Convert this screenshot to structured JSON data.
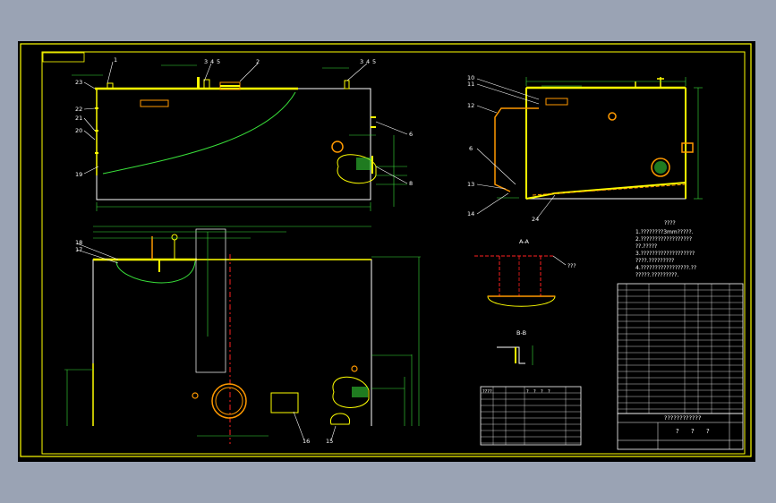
{
  "colors": {
    "frame": "#ffff00",
    "outline": "#ffffff",
    "dimension": "#39e03a",
    "weld": "#ffff00",
    "center_line": "#ff2020",
    "accent_orange": "#ff9900",
    "background": "#000000"
  },
  "callouts": {
    "front": [
      "1",
      "2",
      "3",
      "4",
      "5",
      "6",
      "8",
      "19",
      "20",
      "21",
      "22",
      "23"
    ],
    "front_right": [
      "3",
      "4",
      "5"
    ],
    "side": [
      "10",
      "11",
      "12",
      "6",
      "13",
      "14",
      "24"
    ],
    "plan": [
      "18",
      "17",
      "16",
      "15"
    ]
  },
  "section_labels": {
    "aa": "A-A",
    "bb": "B-B"
  },
  "notes": {
    "heading": "????",
    "lines": [
      "1.????????3mm?????.",
      "2.??????????????????",
      "  ??.?????",
      "3.???????????????????",
      "  ????.?????????",
      "4.?????????????????.??",
      "  ?????.?????????."
    ]
  },
  "aa_annotation": "???",
  "title_block": {
    "title": "????????????",
    "row_marks": [
      "?",
      "?",
      "?"
    ]
  },
  "small_table": {
    "header": [
      "????",
      "?",
      "?",
      "?",
      "?"
    ],
    "rows": 9
  }
}
